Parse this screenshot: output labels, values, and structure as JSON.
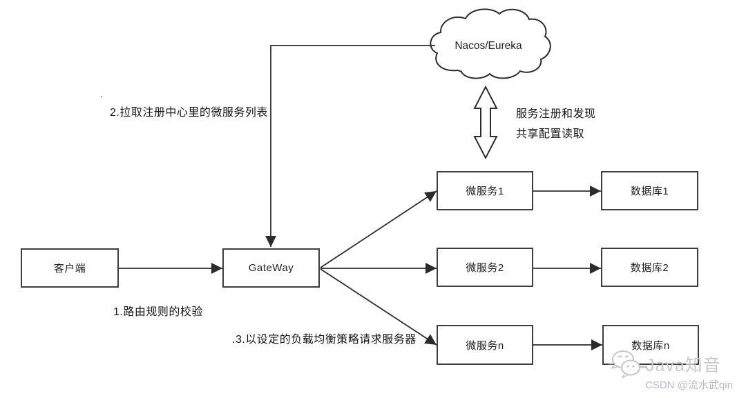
{
  "diagram": {
    "cloud_label": "Nacos/Eureka",
    "nodes": {
      "client": "客户端",
      "gateway": "GateWay",
      "service1": "微服务1",
      "service2": "微服务2",
      "servicen": "微服务n",
      "db1": "数据库1",
      "db2": "数据库2",
      "dbn": "数据库n"
    },
    "annotations": {
      "step2": "2.拉取注册中心里的微服务列表",
      "step1": "1.路由规则的校验",
      "step3": ".3.以设定的负载均衡策略请求服务器",
      "registry_line1": "服务注册和发现",
      "registry_line2": "共享配置读取",
      "stray_dot": "."
    },
    "colors": {
      "line": "#2b2b2b",
      "box_border": "#3d3d3d",
      "text": "#1f1f1f"
    }
  },
  "watermark": {
    "brand": "Java知音",
    "credit": "CSDN @流水武qin",
    "icon": "wechat-chat-bubbles-icon",
    "colors": {
      "brand_text": "#c9c9c9",
      "credit_text": "#b7bbc2"
    }
  }
}
